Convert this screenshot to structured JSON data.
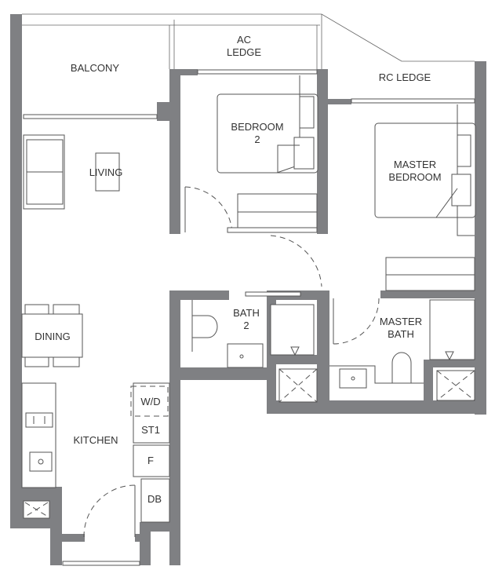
{
  "plan": {
    "type": "floor-plan",
    "unit_layout": "2-bedroom",
    "colors": {
      "wall": "#7f8083",
      "line": "#555555",
      "background": "#ffffff"
    }
  },
  "rooms": {
    "balcony": "BALCONY",
    "ac_ledge_line1": "AC",
    "ac_ledge_line2": "LEDGE",
    "rc_ledge": "RC LEDGE",
    "living": "LIVING",
    "bedroom2_line1": "BEDROOM",
    "bedroom2_line2": "2",
    "master_bedroom_line1": "MASTER",
    "master_bedroom_line2": "BEDROOM",
    "bath2_line1": "BATH",
    "bath2_line2": "2",
    "master_bath_line1": "MASTER",
    "master_bath_line2": "BATH",
    "dining": "DINING",
    "kitchen": "KITCHEN"
  },
  "fixtures": {
    "washer_dryer": "W/D",
    "store": "ST1",
    "fridge": "F",
    "db": "DB"
  }
}
